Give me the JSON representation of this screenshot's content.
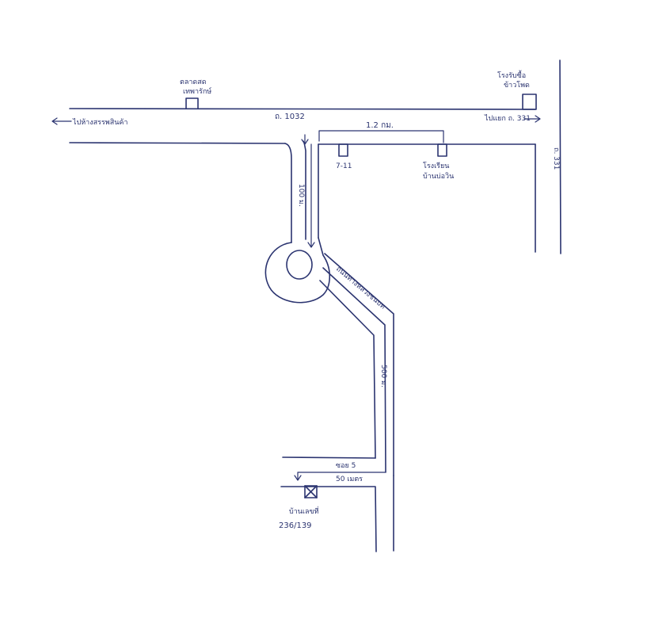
{
  "map": {
    "labels": {
      "market_line1": "ตลาดสด",
      "market_line2": "เทพารักษ์",
      "gas_line1": "โรงรับซื้อ",
      "gas_line2": "ข้าวโพด",
      "road_main": "ถ. 1032",
      "dir_left": "ไปห้างสรรพสินค้า",
      "dir_right": "ไปแยก ถ. 331",
      "distance_top": "1.2 กม.",
      "store_711": "7-11",
      "school_line1": "โรงเรียน",
      "school_line2": "บ้านบ่อวิน",
      "road_vertical_right": "ถ. 331",
      "distance_100m": "100 ม.",
      "diag_road": "ถนนทางหลวงชนบท",
      "distance_500m": "500 ม.",
      "soi": "ซอย 5",
      "distance_50m": "50 เมตร",
      "house_line1": "บ้านเลขที่",
      "house_line2": "236/139"
    },
    "colors": {
      "ink": "#2b3470",
      "background": "#ffffff"
    }
  }
}
